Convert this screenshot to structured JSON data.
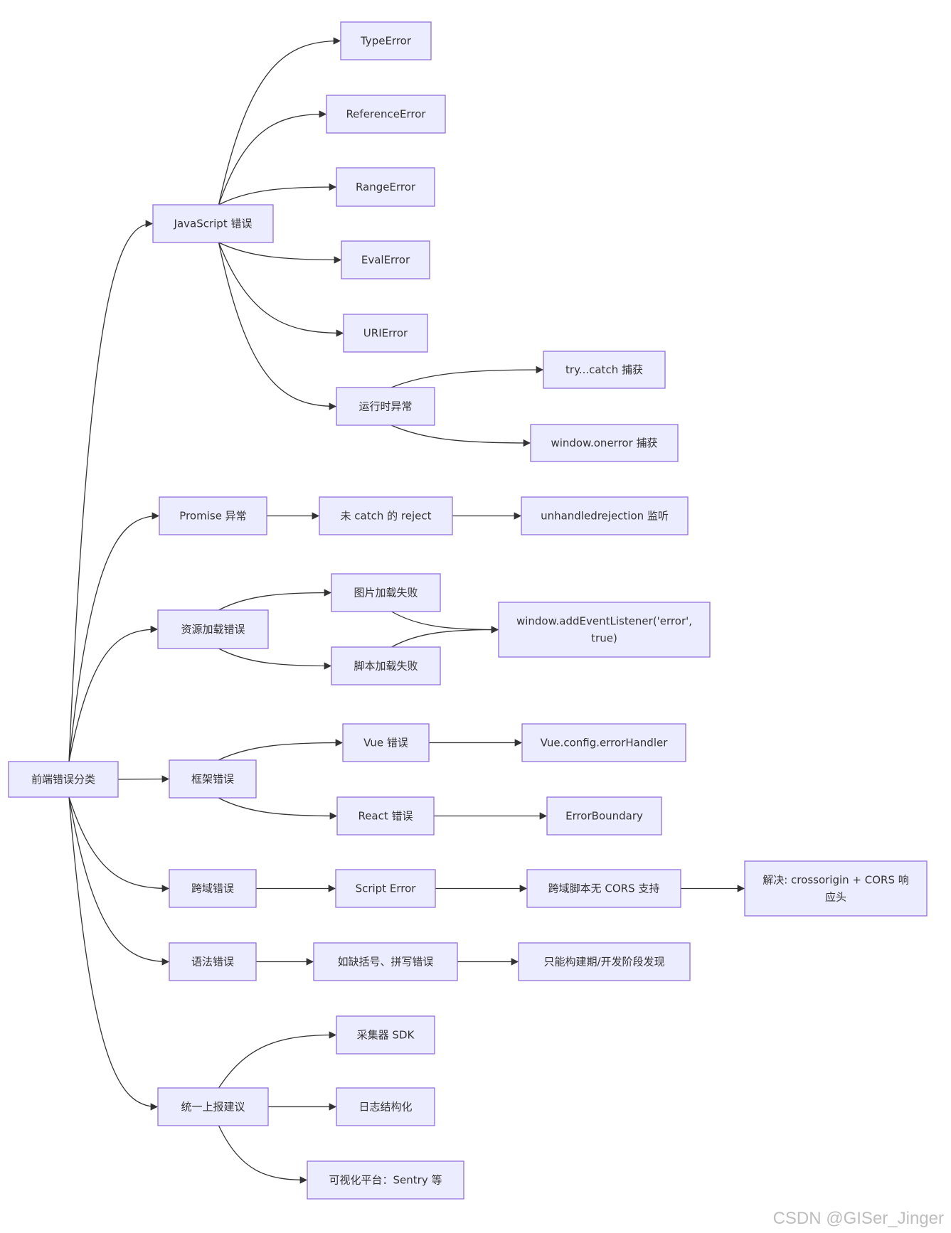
{
  "colors": {
    "node_fill": "#ececff",
    "node_border": "#9370db",
    "edge": "#333333",
    "text": "#333333",
    "watermark": "#bdbdbd"
  },
  "nodes": [
    {
      "id": "root",
      "lines": [
        "前端错误分类"
      ]
    },
    {
      "id": "js",
      "lines": [
        "JavaScript 错误"
      ]
    },
    {
      "id": "type_error",
      "lines": [
        "TypeError"
      ]
    },
    {
      "id": "reference_error",
      "lines": [
        "ReferenceError"
      ]
    },
    {
      "id": "range_error",
      "lines": [
        "RangeError"
      ]
    },
    {
      "id": "eval_error",
      "lines": [
        "EvalError"
      ]
    },
    {
      "id": "uri_error",
      "lines": [
        "URIError"
      ]
    },
    {
      "id": "runtime",
      "lines": [
        "运行时异常"
      ]
    },
    {
      "id": "try_catch",
      "lines": [
        "try...catch 捕获"
      ]
    },
    {
      "id": "onerror",
      "lines": [
        "window.onerror 捕获"
      ]
    },
    {
      "id": "promise",
      "lines": [
        "Promise 异常"
      ]
    },
    {
      "id": "uncaught_reject",
      "lines": [
        "未 catch 的 reject"
      ]
    },
    {
      "id": "unhandled",
      "lines": [
        "unhandledrejection 监听"
      ]
    },
    {
      "id": "resource",
      "lines": [
        "资源加载错误"
      ]
    },
    {
      "id": "img_fail",
      "lines": [
        "图片加载失败"
      ]
    },
    {
      "id": "script_fail",
      "lines": [
        "脚本加载失败"
      ]
    },
    {
      "id": "add_listener",
      "lines": [
        "window.addEventListener('error',",
        "true)"
      ]
    },
    {
      "id": "framework",
      "lines": [
        "框架错误"
      ]
    },
    {
      "id": "vue_error",
      "lines": [
        "Vue 错误"
      ]
    },
    {
      "id": "vue_handler",
      "lines": [
        "Vue.config.errorHandler"
      ]
    },
    {
      "id": "react_error",
      "lines": [
        "React 错误"
      ]
    },
    {
      "id": "error_boundary",
      "lines": [
        "ErrorBoundary"
      ]
    },
    {
      "id": "cross_origin",
      "lines": [
        "跨域错误"
      ]
    },
    {
      "id": "script_error",
      "lines": [
        "Script Error"
      ]
    },
    {
      "id": "no_cors",
      "lines": [
        "跨域脚本无 CORS 支持"
      ]
    },
    {
      "id": "cors_fix",
      "lines": [
        "解决: crossorigin + CORS 响",
        "应头"
      ]
    },
    {
      "id": "syntax",
      "lines": [
        "语法错误"
      ]
    },
    {
      "id": "missing_bracket",
      "lines": [
        "如缺括号、拼写错误"
      ]
    },
    {
      "id": "build_time",
      "lines": [
        "只能构建期/开发阶段发现"
      ]
    },
    {
      "id": "report",
      "lines": [
        "统一上报建议"
      ]
    },
    {
      "id": "sdk",
      "lines": [
        "采集器 SDK"
      ]
    },
    {
      "id": "log_struct",
      "lines": [
        "日志结构化"
      ]
    },
    {
      "id": "sentry",
      "lines": [
        "可视化平台：Sentry 等"
      ]
    }
  ],
  "edges": [
    [
      "root",
      "js"
    ],
    [
      "root",
      "promise"
    ],
    [
      "root",
      "resource"
    ],
    [
      "root",
      "framework"
    ],
    [
      "root",
      "cross_origin"
    ],
    [
      "root",
      "syntax"
    ],
    [
      "root",
      "report"
    ],
    [
      "js",
      "type_error"
    ],
    [
      "js",
      "reference_error"
    ],
    [
      "js",
      "range_error"
    ],
    [
      "js",
      "eval_error"
    ],
    [
      "js",
      "uri_error"
    ],
    [
      "js",
      "runtime"
    ],
    [
      "runtime",
      "try_catch"
    ],
    [
      "runtime",
      "onerror"
    ],
    [
      "promise",
      "uncaught_reject"
    ],
    [
      "uncaught_reject",
      "unhandled"
    ],
    [
      "resource",
      "img_fail"
    ],
    [
      "resource",
      "script_fail"
    ],
    [
      "img_fail",
      "add_listener"
    ],
    [
      "script_fail",
      "add_listener"
    ],
    [
      "framework",
      "vue_error"
    ],
    [
      "framework",
      "react_error"
    ],
    [
      "vue_error",
      "vue_handler"
    ],
    [
      "react_error",
      "error_boundary"
    ],
    [
      "cross_origin",
      "script_error"
    ],
    [
      "script_error",
      "no_cors"
    ],
    [
      "no_cors",
      "cors_fix"
    ],
    [
      "syntax",
      "missing_bracket"
    ],
    [
      "missing_bracket",
      "build_time"
    ],
    [
      "report",
      "sdk"
    ],
    [
      "report",
      "log_struct"
    ],
    [
      "report",
      "sentry"
    ]
  ],
  "watermark": "CSDN @GISer_Jinger"
}
